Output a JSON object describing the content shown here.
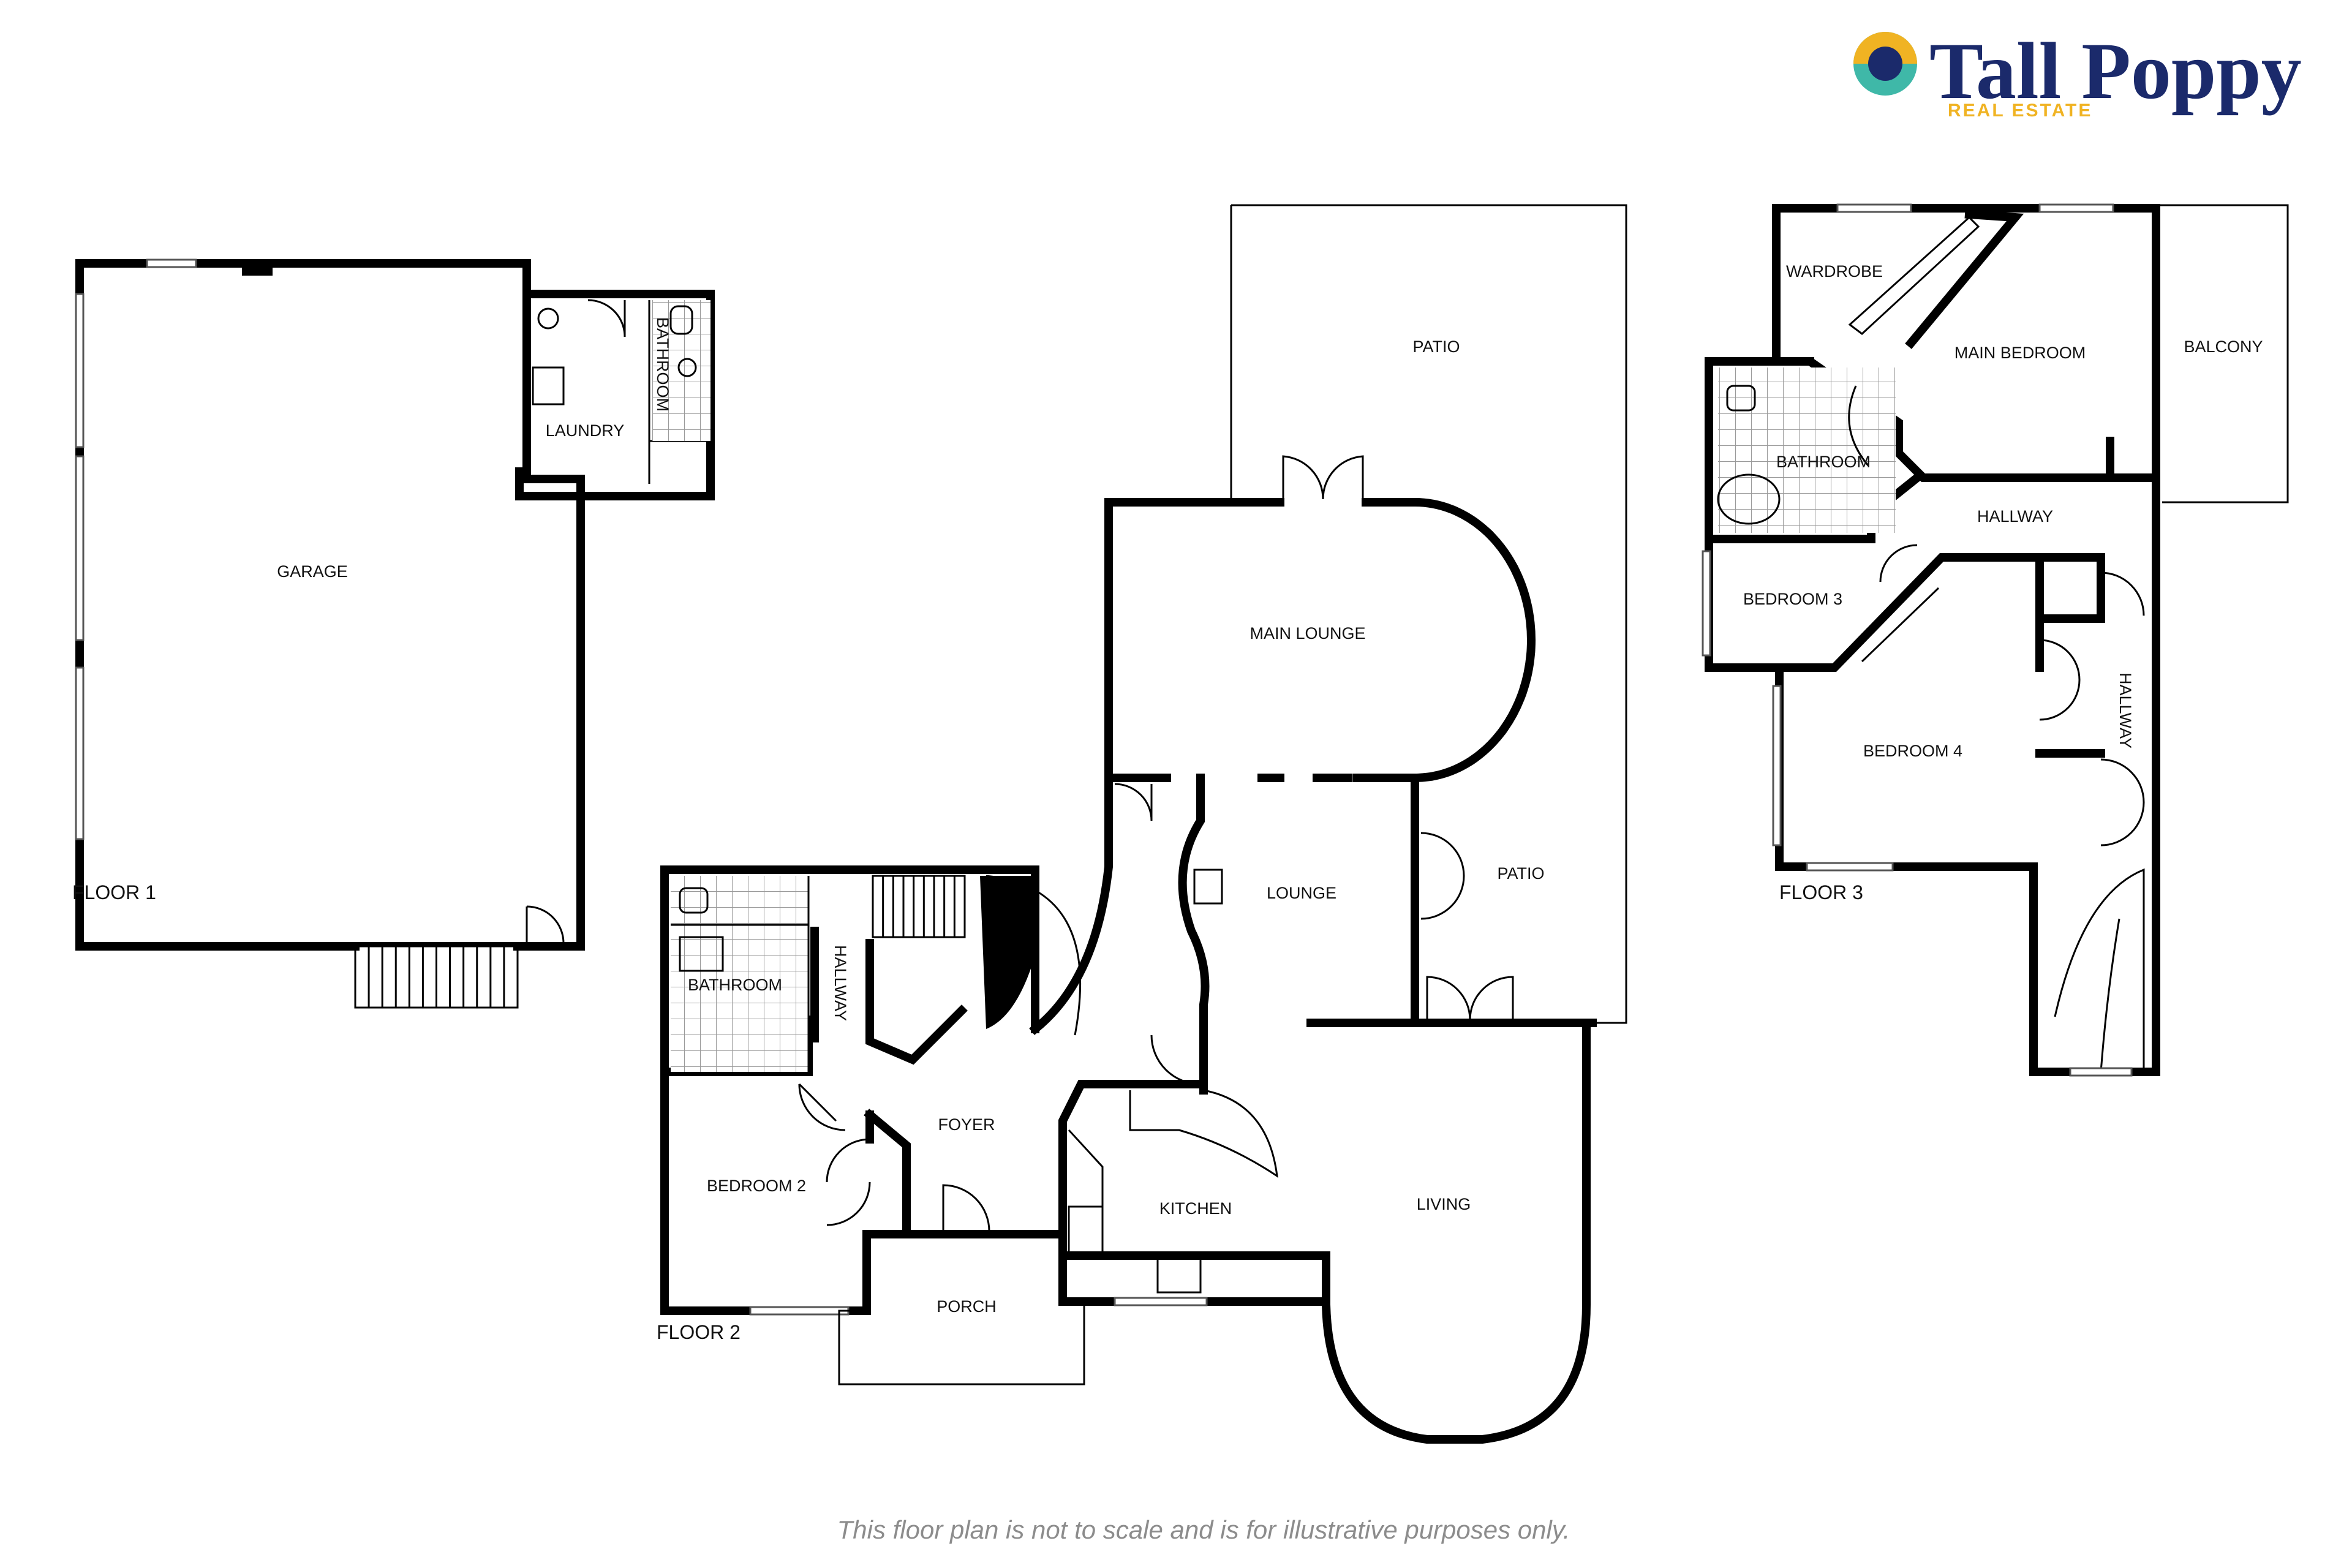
{
  "brand": {
    "name": "Tall Poppy",
    "tagline": "REAL ESTATE",
    "colors": {
      "navy": "#1b2a6b",
      "teal": "#3fb8a8",
      "gold": "#f0b323"
    }
  },
  "floors": [
    {
      "label": "FLOOR 1",
      "rooms": [
        "GARAGE",
        "LAUNDRY",
        "BATHROOM"
      ]
    },
    {
      "label": "FLOOR 2",
      "rooms": [
        "PATIO",
        "MAIN LOUNGE",
        "LOUNGE",
        "PATIO",
        "BATHROOM",
        "HALLWAY",
        "FOYER",
        "BEDROOM 2",
        "KITCHEN",
        "LIVING",
        "PORCH"
      ]
    },
    {
      "label": "FLOOR 3",
      "rooms": [
        "WARDROBE",
        "MAIN BEDROOM",
        "BALCONY",
        "BATHROOM",
        "HALLWAY",
        "BEDROOM 3",
        "BEDROOM 4",
        "HALLWAY"
      ]
    }
  ],
  "disclaimer": "This floor plan is not to scale and is for illustrative purposes only."
}
